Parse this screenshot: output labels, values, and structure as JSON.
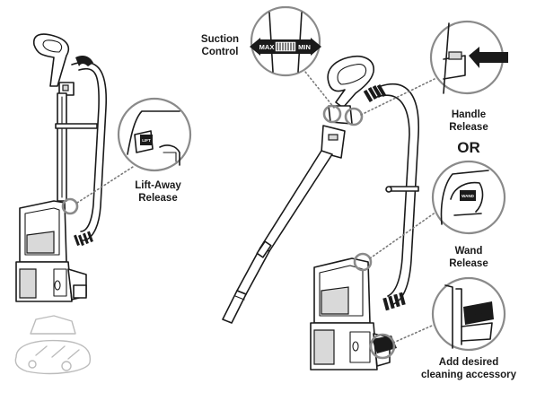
{
  "labels": {
    "suction_control": [
      "Suction",
      "Control"
    ],
    "lift_away_release": [
      "Lift-Away",
      "Release"
    ],
    "handle_release": [
      "Handle",
      "Release"
    ],
    "or": "OR",
    "wand_release": [
      "Wand",
      "Release"
    ],
    "add_accessory": [
      "Add desired",
      "cleaning accessory"
    ],
    "suction_max": "MAX",
    "suction_min": "MIN"
  }
}
